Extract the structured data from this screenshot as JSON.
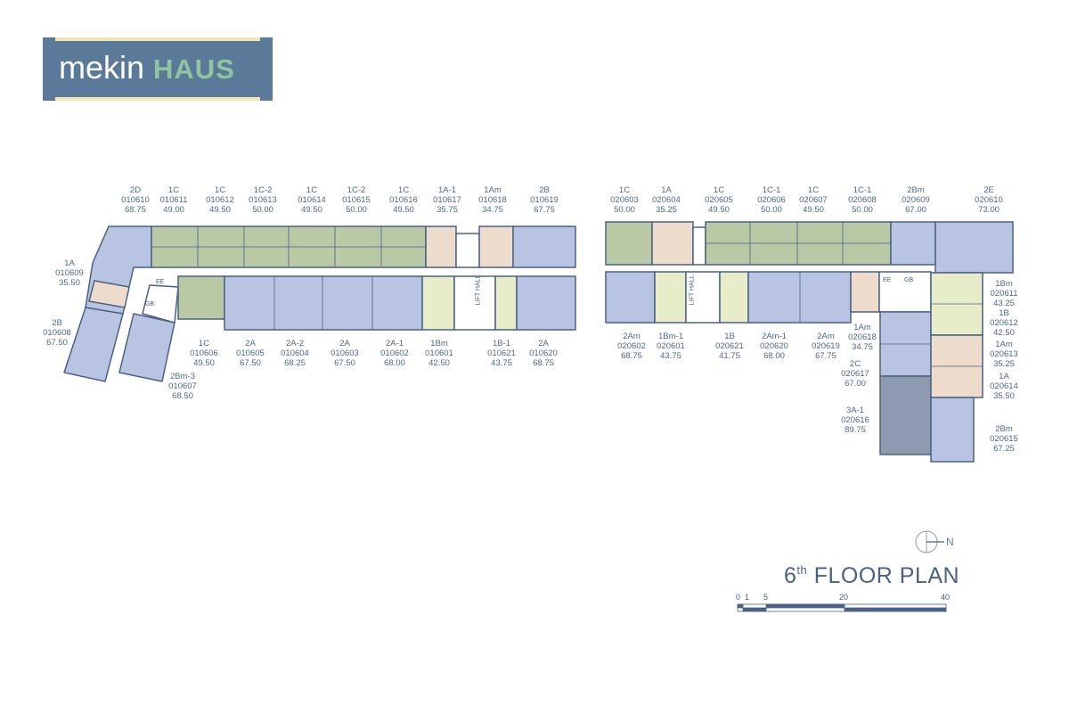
{
  "logo": {
    "brand_left": "mekin",
    "brand_right": "HAUS"
  },
  "title": {
    "number": "6",
    "suffix": "th",
    "text": "FLOOR PLAN"
  },
  "compass": {
    "label": "N"
  },
  "scale_bar": {
    "ticks": [
      "0",
      "1",
      "5",
      "20",
      "40"
    ]
  },
  "labels": {
    "lift_hall": "LIFT HALL",
    "ee": "EE",
    "gb": "GB"
  },
  "colors": {
    "green": "#b9c9a6",
    "blue": "#b9c4e2",
    "peach": "#eddccb",
    "lightgreen": "#e7edc9",
    "dark": "#8e9ab0",
    "outline": "#4a6285"
  },
  "units": [
    {
      "type": "2D",
      "code": "010610",
      "area": "68.75"
    },
    {
      "type": "1C",
      "code": "010611",
      "area": "49.00"
    },
    {
      "type": "1C",
      "code": "010612",
      "area": "49.50"
    },
    {
      "type": "1C-2",
      "code": "010613",
      "area": "50.00"
    },
    {
      "type": "1C",
      "code": "010614",
      "area": "49.50"
    },
    {
      "type": "1C-2",
      "code": "010615",
      "area": "50.00"
    },
    {
      "type": "1C",
      "code": "010616",
      "area": "49.50"
    },
    {
      "type": "1A-1",
      "code": "010617",
      "area": "35.75"
    },
    {
      "type": "1Am",
      "code": "010618",
      "area": "34.75"
    },
    {
      "type": "2B",
      "code": "010619",
      "area": "67.75"
    },
    {
      "type": "1A",
      "code": "010609",
      "area": "35.50"
    },
    {
      "type": "2B",
      "code": "010608",
      "area": "67.50"
    },
    {
      "type": "1C",
      "code": "010606",
      "area": "49.50"
    },
    {
      "type": "2A",
      "code": "010605",
      "area": "67.50"
    },
    {
      "type": "2A-2",
      "code": "010604",
      "area": "68.25"
    },
    {
      "type": "2A",
      "code": "010603",
      "area": "67.50"
    },
    {
      "type": "2A-1",
      "code": "010602",
      "area": "68.00"
    },
    {
      "type": "1Bm",
      "code": "010601",
      "area": "42.50"
    },
    {
      "type": "1B-1",
      "code": "010621",
      "area": "43.75"
    },
    {
      "type": "2A",
      "code": "010620",
      "area": "68.75"
    },
    {
      "type": "2Bm-3",
      "code": "010607",
      "area": "68.50"
    },
    {
      "type": "1C",
      "code": "020603",
      "area": "50.00"
    },
    {
      "type": "1A",
      "code": "020604",
      "area": "35.25"
    },
    {
      "type": "1C",
      "code": "020605",
      "area": "49.50"
    },
    {
      "type": "1C-1",
      "code": "020606",
      "area": "50.00"
    },
    {
      "type": "1C",
      "code": "020607",
      "area": "49.50"
    },
    {
      "type": "1C-1",
      "code": "020608",
      "area": "50.00"
    },
    {
      "type": "2Bm",
      "code": "020609",
      "area": "67.00"
    },
    {
      "type": "2E",
      "code": "020610",
      "area": "73.00"
    },
    {
      "type": "2Am",
      "code": "020602",
      "area": "68.75"
    },
    {
      "type": "1Bm-1",
      "code": "020601",
      "area": "43.75"
    },
    {
      "type": "1B",
      "code": "020621",
      "area": "41.75"
    },
    {
      "type": "2Am-1",
      "code": "020620",
      "area": "68.00"
    },
    {
      "type": "2Am",
      "code": "020619",
      "area": "67.75"
    },
    {
      "type": "1Am",
      "code": "020618",
      "area": "34.75"
    },
    {
      "type": "2C",
      "code": "020617",
      "area": "67.00"
    },
    {
      "type": "3A-1",
      "code": "020616",
      "area": "89.75"
    },
    {
      "type": "1Bm",
      "code": "020611",
      "area": "43.25"
    },
    {
      "type": "1B",
      "code": "020612",
      "area": "42.50"
    },
    {
      "type": "1Am",
      "code": "020613",
      "area": "35.25"
    },
    {
      "type": "1A",
      "code": "020614",
      "area": "35.50"
    },
    {
      "type": "2Bm",
      "code": "020615",
      "area": "67.25"
    }
  ]
}
